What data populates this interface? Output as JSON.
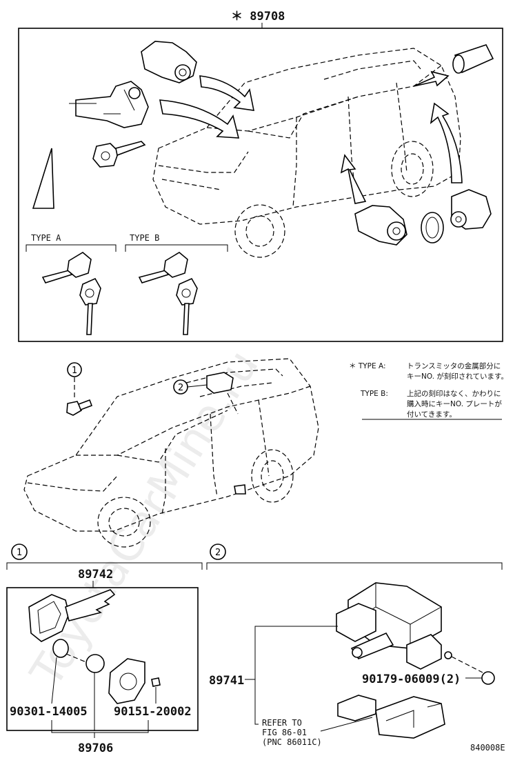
{
  "watermark": "ToyotaCarMine.ru",
  "top_group": {
    "callout": "＊ 89708"
  },
  "type_a": {
    "label": "TYPE  A"
  },
  "type_b": {
    "label": "TYPE  B"
  },
  "notes": {
    "a_prefix": "＊ TYPE  A:",
    "a_line1": "トランスミッタの金属部分に",
    "a_line2": "キーNO. が刻印されています。",
    "b_prefix": "TYPE  B:",
    "b_line1": "上記の刻印はなく、かわりに",
    "b_line2": "購入時にキーNO. プレートが",
    "b_line3": "付いてきます。"
  },
  "markers": {
    "one": "1",
    "two": "2"
  },
  "section1": {
    "marker": "1",
    "part_key": "89742",
    "ring": "90301-14005",
    "screw": "90151-20002",
    "assy": "89706"
  },
  "section2": {
    "marker": "2",
    "ecu": "89741",
    "nut": "90179-06009(2)",
    "ref_line1": "REFER  TO",
    "ref_line2": "FIG  86-01",
    "ref_line3": "(PNC  86011C)"
  },
  "figure_code": "840008E"
}
